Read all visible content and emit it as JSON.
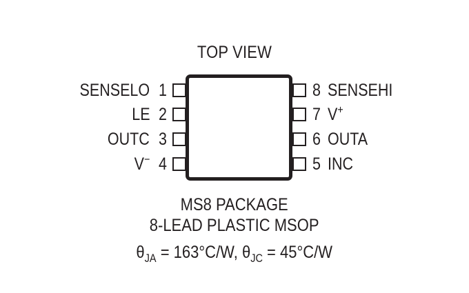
{
  "title": "TOP VIEW",
  "package": {
    "body_shape": "rounded-rectangle",
    "pin_count": 8
  },
  "pins": {
    "left": [
      {
        "number": "1",
        "label": "SENSELO",
        "sup": ""
      },
      {
        "number": "2",
        "label": "LE",
        "sup": ""
      },
      {
        "number": "3",
        "label": "OUTC",
        "sup": ""
      },
      {
        "number": "4",
        "label": "V",
        "sup": "−"
      }
    ],
    "right": [
      {
        "number": "8",
        "label": "SENSEHI",
        "sup": ""
      },
      {
        "number": "7",
        "label": "V",
        "sup": "+"
      },
      {
        "number": "6",
        "label": "OUTA",
        "sup": ""
      },
      {
        "number": "5",
        "label": "INC",
        "sup": ""
      }
    ]
  },
  "caption": {
    "line1": "MS8 PACKAGE",
    "line2": "8-LEAD PLASTIC MSOP",
    "line3_parts": {
      "theta1": "θ",
      "sub1": "JA",
      "eq1": " = 163°C/W, ",
      "theta2": "θ",
      "sub2": "JC",
      "eq2": " = 45°C/W"
    },
    "line3_full": "θJA = 163°C/W, θJC = 45°C/W"
  },
  "colors": {
    "ink": "#231f20",
    "background": "#ffffff"
  }
}
